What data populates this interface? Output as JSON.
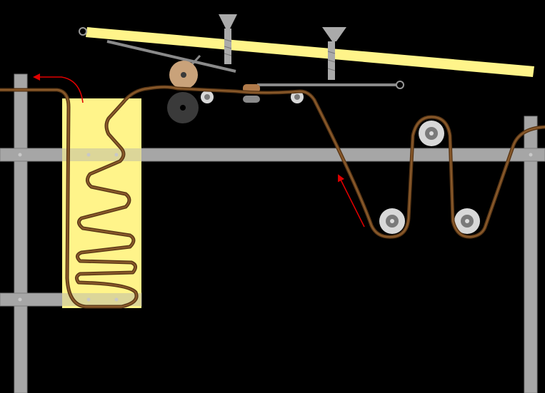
{
  "diagram": {
    "background": "#000000",
    "colors": {
      "frame": "#a6a6a6",
      "frame_stroke": "#7d7d7d",
      "bolt": "#c8c8c8",
      "bin": "#fff48a",
      "bin_shade": "#d8d39a",
      "beam": "#fff48a",
      "tape": "#8a5a2b",
      "tape_dark": "#5a3716",
      "roller": "#d8d8d8",
      "roller_ring": "#7a7a7a",
      "drive_wheel": "#c9a27a",
      "drive_wheel_dark": "#3a3a3a",
      "arrow": "#e00000",
      "arm": "#8a8a8a",
      "clamp": "#b07a4a",
      "clamp_pad": "#8a8a8a"
    },
    "components": [
      "frame-left-post",
      "frame-right-post",
      "frame-upper-rail",
      "frame-lower-rail",
      "storage-bin",
      "lever-beam",
      "thumb-screw",
      "drive-wheel",
      "pressure-roller",
      "guide-roller",
      "tape-clamp",
      "tension-roller",
      "tape-path",
      "direction-arrow"
    ],
    "icons": {
      "thumb_screw": "wing-screw-icon",
      "arrow": "red-arrow-icon",
      "pivot": "pivot-circle-icon"
    }
  }
}
